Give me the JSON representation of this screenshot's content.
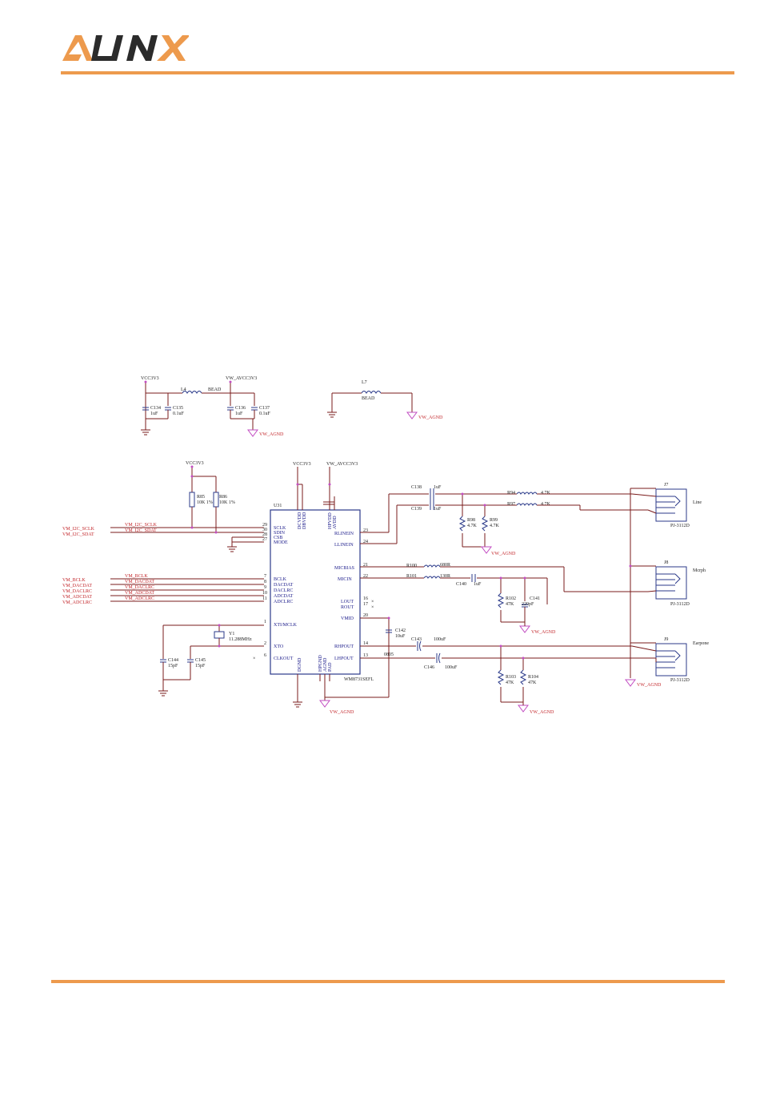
{
  "brand": {
    "name": "ALINX",
    "colors": {
      "accent": "#ed9a4d",
      "logo_dark": "#2b2b2b",
      "net": "#c3272b",
      "wire": "#7a1b1b",
      "pin": "#c24ec2",
      "body": "#2b3a8a"
    }
  },
  "schematic": {
    "power": {
      "vcc3v3": "VCC3V3",
      "avcc3v3": "VW_AVCC3V3",
      "agnd": "VW_AGND"
    },
    "top_left": {
      "l4": "L4",
      "l4_value": "BEAD",
      "c134": "C134",
      "c134_value": "1uF",
      "c135": "C135",
      "c135_value": "0.1uF",
      "c136": "C136",
      "c136_value": "1uF",
      "c137": "C137",
      "c137_value": "0.1uF"
    },
    "top_right": {
      "l7": "L7",
      "l7_value": "BEAD"
    },
    "pullups": {
      "r85": "R85",
      "r85_value": "10K 1%",
      "r86": "R86",
      "r86_value": "10K 1%"
    },
    "codec": {
      "ref": "U31",
      "part": "WM8731SEFL",
      "left_pins": [
        {
          "num": "29",
          "name": "SCLK"
        },
        {
          "num": "30",
          "name": "SDIN"
        },
        {
          "num": "28",
          "name": "CSB"
        },
        {
          "num": "27",
          "name": "MODE"
        },
        {
          "num": "7",
          "name": "BCLK"
        },
        {
          "num": "8",
          "name": "DACDAT"
        },
        {
          "num": "9",
          "name": "DACLRC"
        },
        {
          "num": "10",
          "name": "ADCDAT"
        },
        {
          "num": "11",
          "name": "ADCLRC"
        },
        {
          "num": "1",
          "name": "XTI/MCLK"
        },
        {
          "num": "2",
          "name": "XTO"
        },
        {
          "num": "6",
          "name": "CLKOUT"
        }
      ],
      "right_pins": [
        {
          "num": "23",
          "name": "RLINEIN"
        },
        {
          "num": "24",
          "name": "LLINEIN"
        },
        {
          "num": "21",
          "name": "MICBIAS"
        },
        {
          "num": "22",
          "name": "MICIN"
        },
        {
          "num": "16",
          "name": "LOUT"
        },
        {
          "num": "17",
          "name": "ROUT"
        },
        {
          "num": "20",
          "name": "VMID"
        },
        {
          "num": "14",
          "name": "RHPOUT"
        },
        {
          "num": "13",
          "name": "LHPOUT"
        }
      ],
      "top_pins": [
        "DCVDD",
        "DBVDD",
        "HPVDD",
        "AVDD"
      ],
      "bottom_pins": [
        "DGND",
        "HPGND",
        "AGND",
        "PAD"
      ]
    },
    "nets_left": [
      {
        "port": "VM_I2C_SCLK",
        "label": "VM_I2C_SCLK"
      },
      {
        "port": "VM_I2C_SDAT",
        "label": "VM_I2C_SDAT"
      },
      {
        "port": "VM_BCLK",
        "label": "VM_BCLK"
      },
      {
        "port": "VM_DACDAT",
        "label": "VM_DACDAT"
      },
      {
        "port": "VM_DACLRC",
        "label": "VM_DACLRC"
      },
      {
        "port": "VM_ADCDAT",
        "label": "VM_ADCDAT"
      },
      {
        "port": "VM_ADCLRC",
        "label": "VM_ADCLRC"
      }
    ],
    "crystal": {
      "y1": "Y1",
      "y1_value": "11.288MHz",
      "c144": "C144",
      "c144_value": "15pF",
      "c145": "C145",
      "c145_value": "15pF"
    },
    "line_in": {
      "c138": "C138",
      "c138_value": "1uF",
      "c139": "C139",
      "c139_value": "1uF",
      "r94": "R94",
      "r94_value": "4.7K",
      "r97": "R97",
      "r97_value": "4.7K",
      "r98": "R98",
      "r98_value": "4.7K",
      "r99": "R99",
      "r99_value": "4.7K"
    },
    "mic": {
      "r100": "R100",
      "r100_value": "680R",
      "r101": "R101",
      "r101_value": "130R",
      "c140": "C140",
      "c140_value": "1uF",
      "r102": "R102",
      "r102_value": "47K",
      "c141": "C141",
      "c141_value": "220pF"
    },
    "headphone": {
      "c142": "C142",
      "c142_value": "10uF",
      "c143": "C143",
      "c143_value": "100uF",
      "c146": "C146",
      "c146_value": "100uF",
      "r103": "R103",
      "r103_value": "47K",
      "r104": "R104",
      "r104_value": "47K",
      "pkg": "0805"
    },
    "jacks": [
      {
        "ref": "J7",
        "label": "Line",
        "part": "PJ-3112D"
      },
      {
        "ref": "J8",
        "label": "Mcrph",
        "part": "PJ-3112D"
      },
      {
        "ref": "J9",
        "label": "Earpone",
        "part": "PJ-3112D"
      }
    ]
  }
}
